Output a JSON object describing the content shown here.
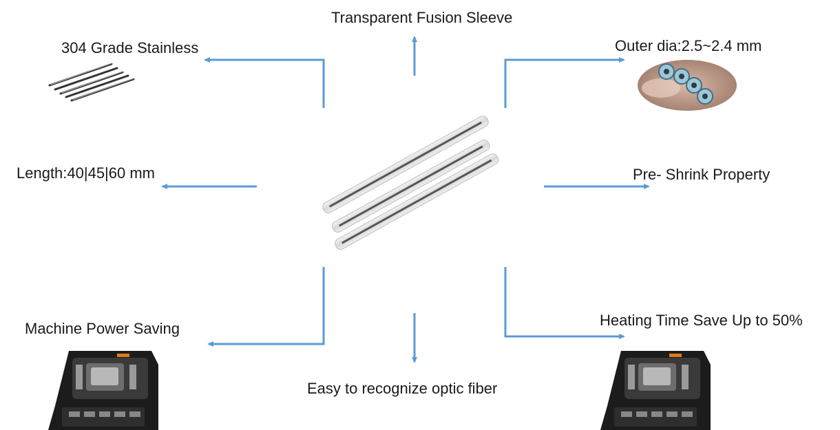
{
  "diagram": {
    "center": {
      "label": ""
    },
    "features": {
      "top": "Transparent Fusion Sleeve",
      "top_left": "304 Grade Stainless",
      "top_right": "Outer dia:2.5~2.4 mm",
      "mid_left": "Length:40|45|60 mm",
      "mid_right": "Pre- Shrink Property",
      "bottom_left": "Machine Power Saving",
      "bottom": "Easy to recognize optic fiber",
      "bottom_right": "Heating Time Save Up to 50%"
    },
    "colors": {
      "arrow": "#5b9bd5",
      "text": "#1a1a1a"
    },
    "icons": {
      "center": "fusion-sleeves-icon",
      "top_left": "stainless-rods-icon",
      "top_right": "sleeve-cross-section-icon",
      "bottom_left": "fusion-splicer-icon",
      "bottom_right": "fusion-splicer-icon"
    }
  }
}
